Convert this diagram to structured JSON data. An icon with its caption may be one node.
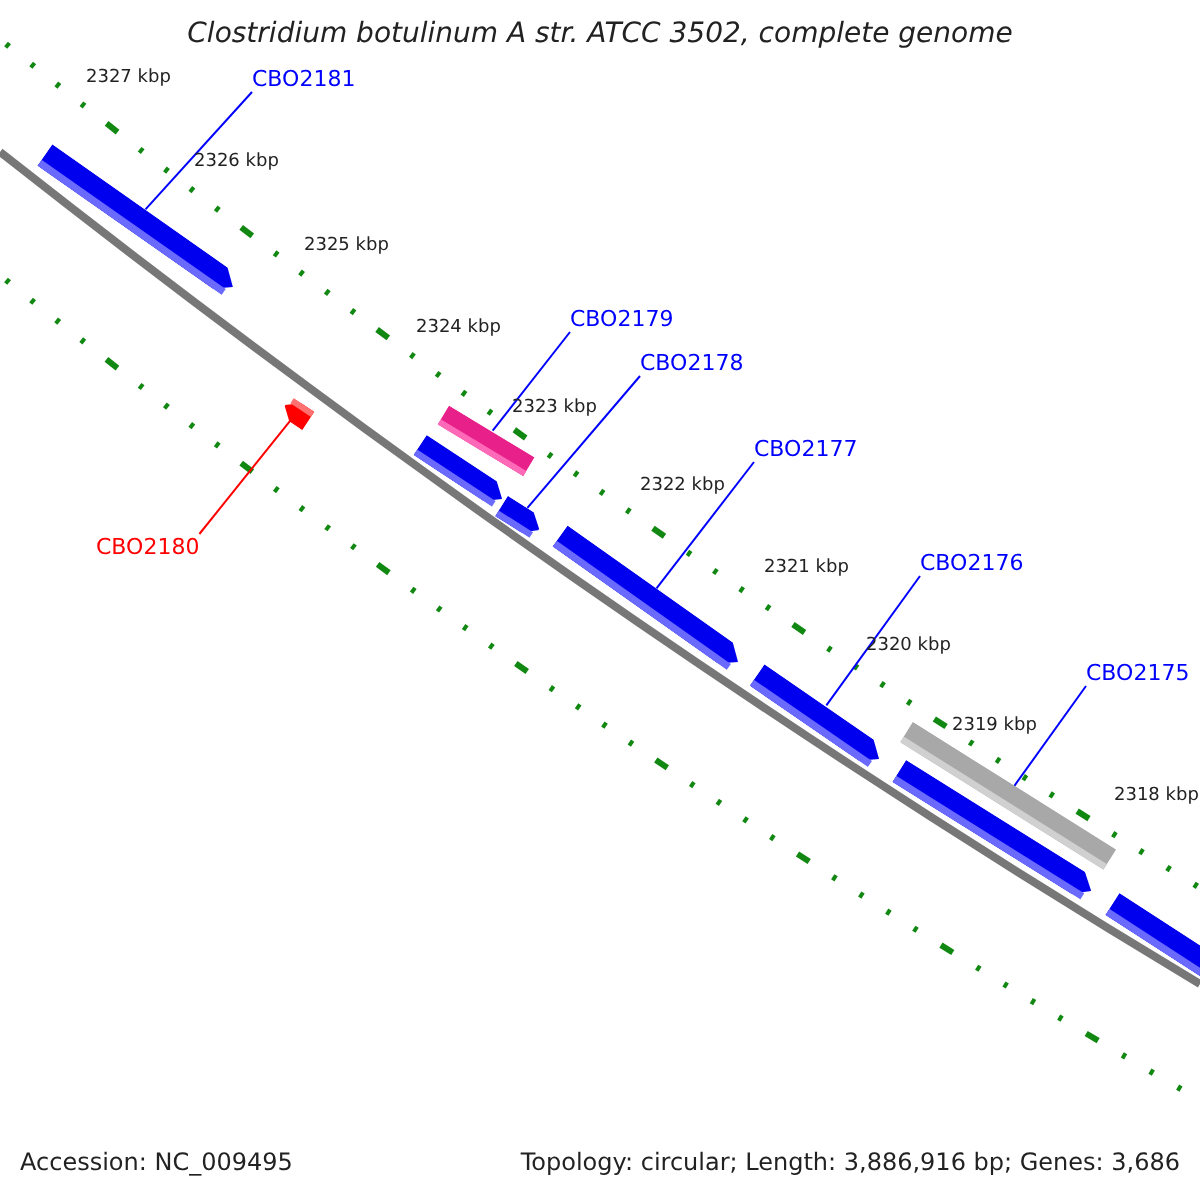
{
  "diagram": {
    "title": "Clostridium botulinum A str. ATCC 3502, complete genome",
    "nodes": [
      {
        "text": [
          "CBO2181"
        ]
      },
      {
        "text": [],
        "shape": "arrow"
      },
      {
        "text": [
          "CBO2179"
        ]
      },
      {
        "text": [],
        "shape": "bar"
      },
      {
        "text": [],
        "shape": "arrow"
      },
      {
        "text": [
          "CBO2178"
        ]
      },
      {
        "text": [],
        "shape": "arrow"
      },
      {
        "text": [
          "CBO2177"
        ]
      },
      {
        "text": [],
        "shape": "arrow"
      },
      {
        "text": [
          "CBO2176"
        ]
      },
      {
        "text": [],
        "shape": "arrow"
      },
      {
        "text": [
          "CBO2175"
        ]
      },
      {
        "text": [],
        "shape": "bar"
      },
      {
        "text": [],
        "shape": "arrow"
      },
      {
        "text": [],
        "shape": "arrow"
      },
      {
        "text": [],
        "shape": "arrow"
      },
      {
        "text": [
          "CBO2180"
        ]
      }
    ],
    "edges": [
      {
        "from": 0,
        "to": 1,
        "arrow": "none"
      },
      {
        "from": 2,
        "to": 3,
        "arrow": "none"
      },
      {
        "from": 5,
        "to": 6,
        "arrow": "none"
      },
      {
        "from": 7,
        "to": 8,
        "arrow": "none"
      },
      {
        "from": 9,
        "to": 10,
        "arrow": "none"
      },
      {
        "from": 11,
        "to": 12,
        "arrow": "none"
      },
      {
        "from": 16,
        "to": 15,
        "arrow": "none",
        "color": "#ff0000"
      }
    ],
    "labels": [
      "2327 kbp",
      "2326 kbp",
      "2325 kbp",
      "2324 kbp",
      "2323 kbp",
      "2322 kbp",
      "2321 kbp",
      "2320 kbp",
      "2319 kbp",
      "2318 kbp",
      "Accession: NC_009495",
      "Topology: circular; Length: 3,886,916 bp; Genes: 3,686"
    ]
  }
}
